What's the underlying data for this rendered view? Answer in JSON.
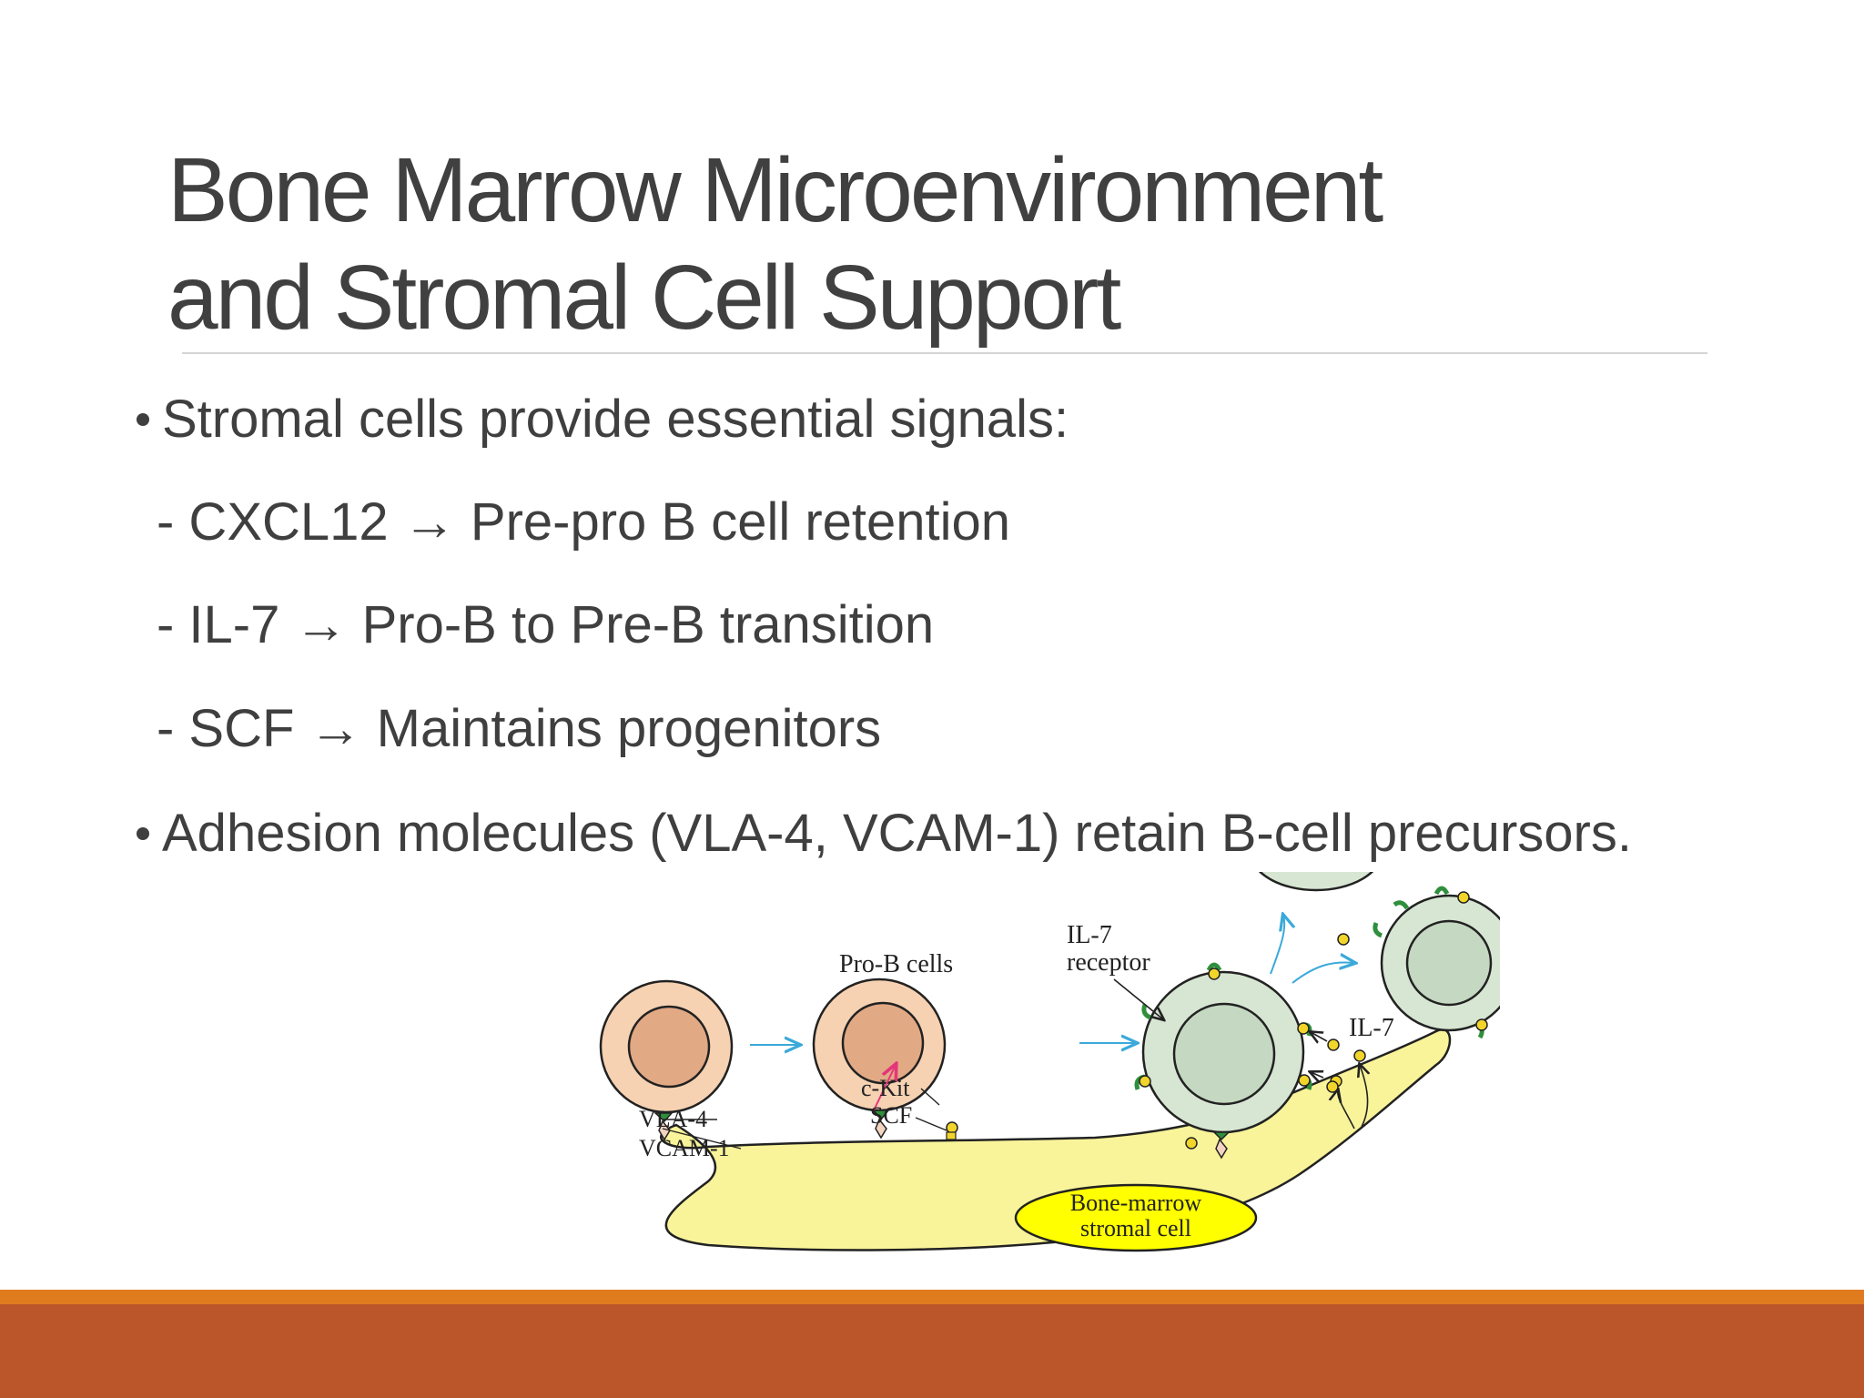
{
  "slide": {
    "title_line1": "Bone Marrow Microenvironment",
    "title_line2": "and Stromal Cell Support",
    "bullets": [
      {
        "type": "bullet",
        "text": "Stromal cells provide essential signals:"
      },
      {
        "type": "sub",
        "text": " - CXCL12 → Pre-pro B cell retention"
      },
      {
        "type": "sub",
        "text": " - IL-7 → Pro-B to Pre-B transition"
      },
      {
        "type": "sub",
        "text": " - SCF → Maintains progenitors"
      },
      {
        "type": "bullet",
        "text": "Adhesion molecules (VLA-4, VCAM-1) retain B-cell precursors."
      }
    ]
  },
  "figure": {
    "labels": {
      "pro_b_cells": "Pro-B cells",
      "il7_receptor_1": "IL-7",
      "il7_receptor_2": "receptor",
      "il7": "IL-7",
      "ckit": "c-Kit",
      "scf": "SCF",
      "vla4": "VLA-4",
      "vcam1": "VCAM-1",
      "stromal_1": "Bone-marrow",
      "stromal_2": "stromal cell"
    }
  },
  "colors": {
    "accent_orange": "#e07b1e",
    "footer_rust": "#bb562b",
    "stromal_yellow": "#f9f49a",
    "pro_b_peach": "#f6d2b2",
    "pre_b_green": "#d7e6d3",
    "receptor_green": "#2f8f3c",
    "il7_yellow": "#f2d52a",
    "arrow_blue": "#3ba9d9",
    "ckit_pink": "#e5357a"
  }
}
